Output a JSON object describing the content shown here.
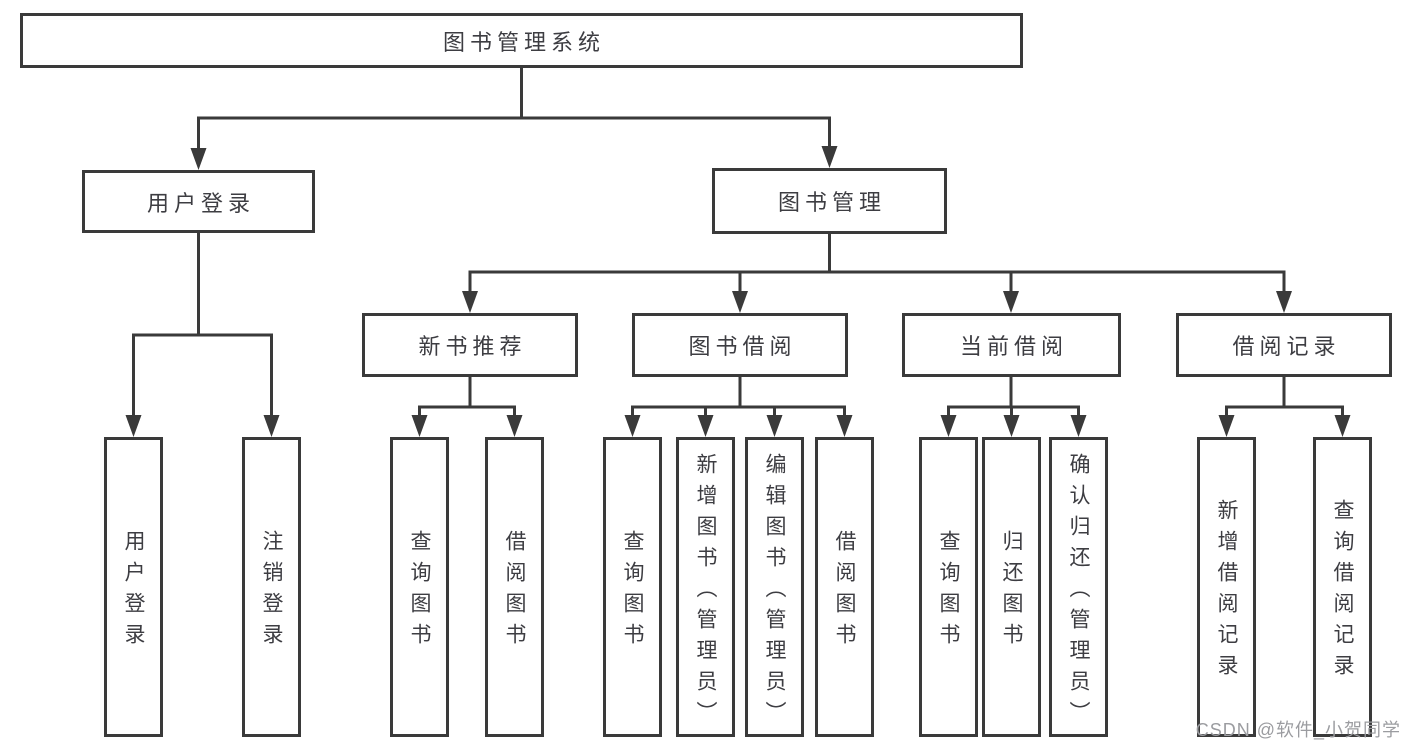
{
  "diagram": {
    "root": {
      "label": "图书管理系统"
    },
    "branches": [
      {
        "label": "用户登录",
        "children": [
          {
            "label": "用户登录"
          },
          {
            "label": "注销登录"
          }
        ]
      },
      {
        "label": "图书管理",
        "children": [
          {
            "label": "新书推荐",
            "children": [
              {
                "label": "查询图书"
              },
              {
                "label": "借阅图书"
              }
            ]
          },
          {
            "label": "图书借阅",
            "children": [
              {
                "label": "查询图书"
              },
              {
                "label": "新增图书（管理员）"
              },
              {
                "label": "编辑图书（管理员）"
              },
              {
                "label": "借阅图书"
              }
            ]
          },
          {
            "label": "当前借阅",
            "children": [
              {
                "label": "查询图书"
              },
              {
                "label": "归还图书"
              },
              {
                "label": "确认归还（管理员）"
              }
            ]
          },
          {
            "label": "借阅记录",
            "children": [
              {
                "label": "新增借阅记录"
              },
              {
                "label": "查询借阅记录"
              }
            ]
          }
        ]
      }
    ]
  },
  "watermark": {
    "text": "CSDN @软件_小贺同学"
  },
  "colors": {
    "line": "#3a3a3a",
    "text": "#3d3d42",
    "watermark": "#9b9ca0",
    "background": "#ffffff"
  }
}
